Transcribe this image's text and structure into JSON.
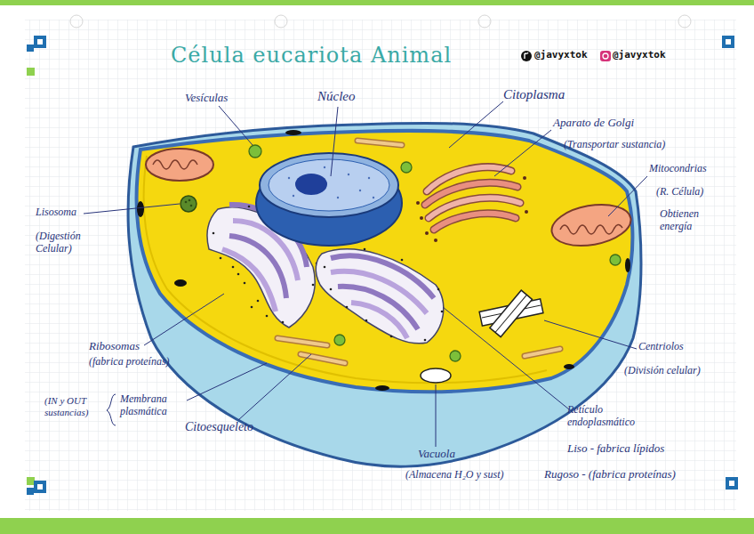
{
  "diagram": {
    "title": "Célula eucariota Animal",
    "labels": [
      "@javyxtok",
      "@javyxtok",
      "Vesículas",
      "Núcleo",
      "Citoplasma",
      "Aparato de Golgi",
      "(Transportar sustancia)",
      "Mitocondrias",
      "(R. Célula)",
      "Obtienen energía",
      "Lisosoma",
      "(Digestión Celular)",
      "Ribosomas",
      "(fabrica proteínas)",
      "(IN y OUT sustancias)",
      "Membrana plasmática",
      "Citoesqueleto",
      "Vacuola",
      "(Almacena H₂O y sust)",
      "Retículo endoplasmático",
      "Liso - fabrica lípidos",
      "Rugoso - (fabrica proteínas)",
      "Centriolos",
      "(División celular)"
    ]
  }
}
